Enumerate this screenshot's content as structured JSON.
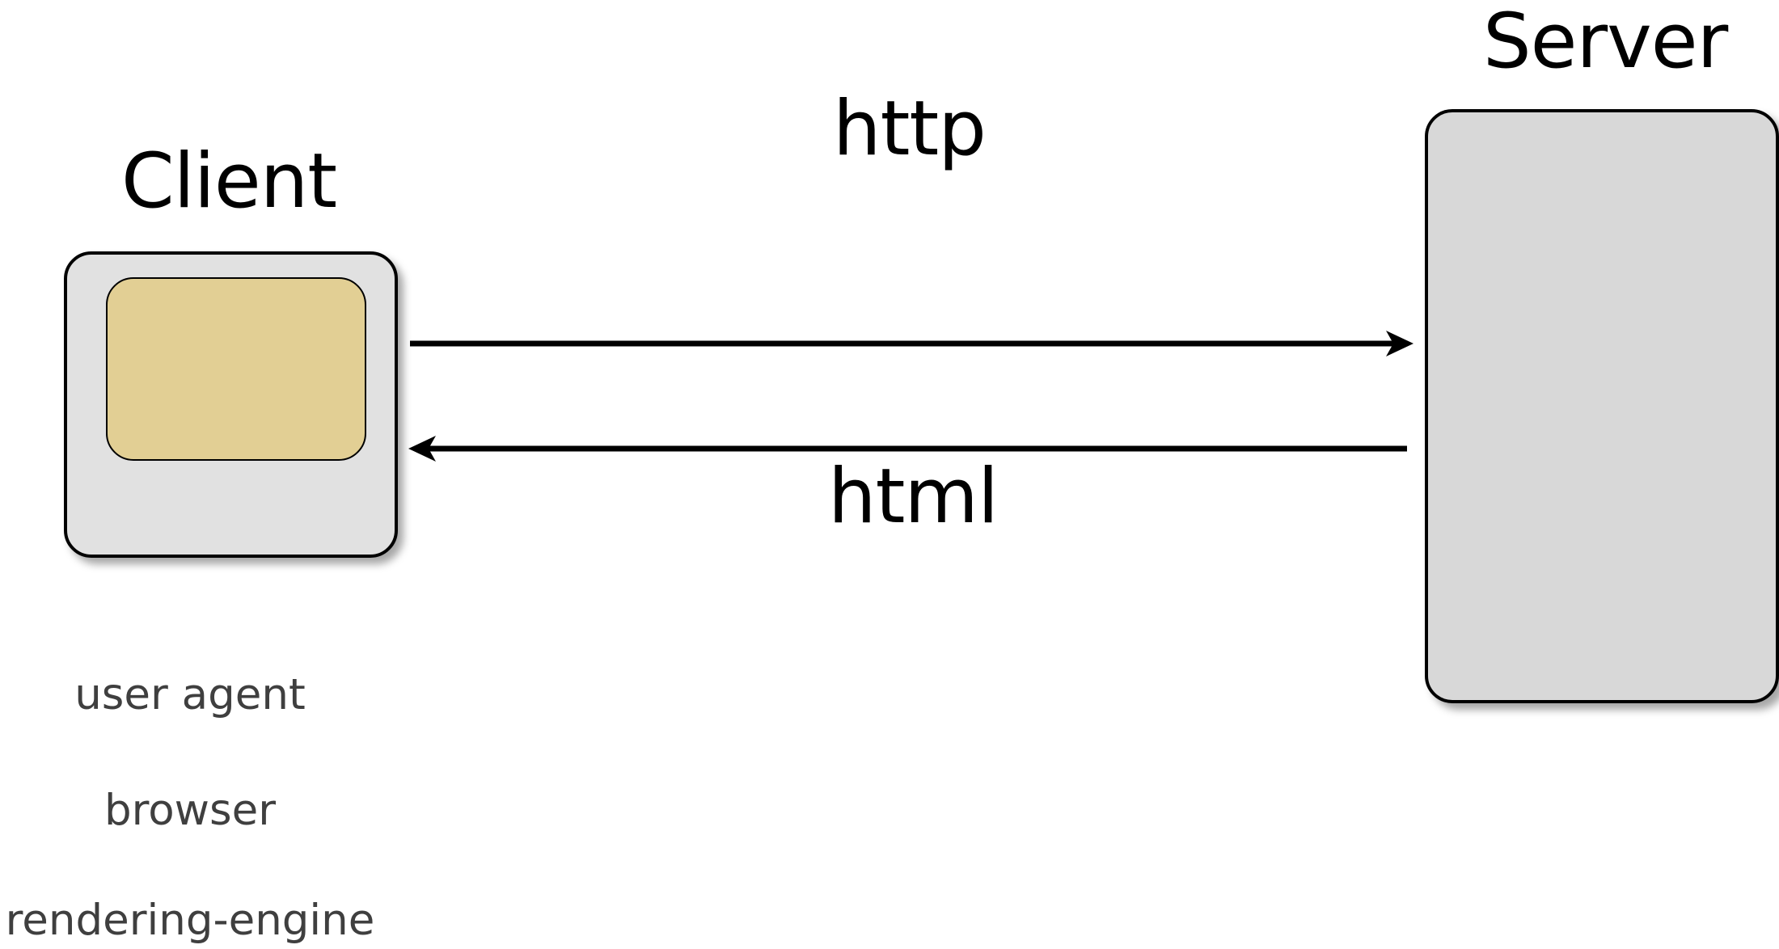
{
  "diagram": {
    "client_title": "Client",
    "server_title": "Server",
    "request_label": "http",
    "response_label": "html",
    "client_roles": [
      "user agent",
      "browser",
      "rendering-engine"
    ],
    "colors": {
      "client_body": "#e1e1e1",
      "client_screen": "#e2cf94",
      "server_body": "#d8d8d8",
      "outline": "#000000",
      "secondary_text": "#3f3f3f"
    },
    "icons": {
      "request": "right-arrow-icon",
      "response": "left-arrow-icon"
    }
  }
}
